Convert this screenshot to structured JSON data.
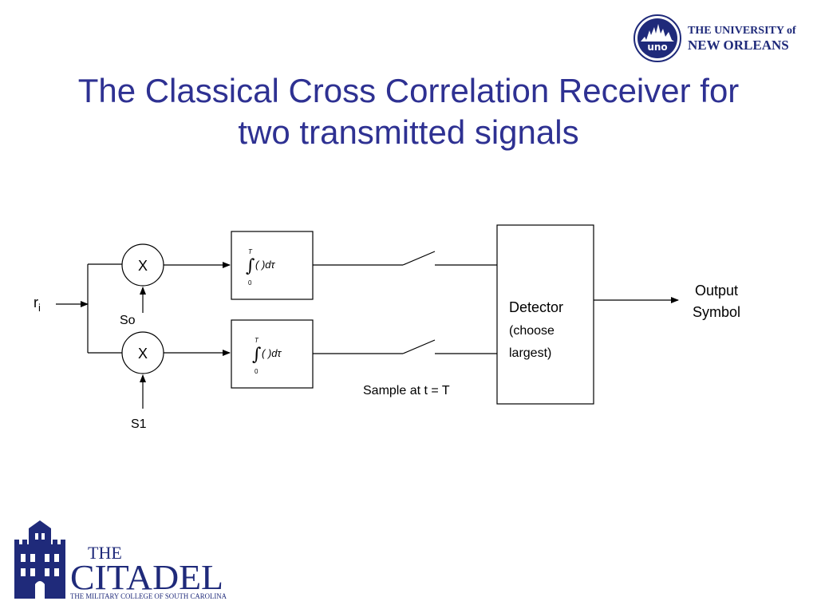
{
  "slide": {
    "title_line1": "The Classical Cross Correlation Receiver for",
    "title_line2": "two transmitted signals"
  },
  "logos": {
    "uno": {
      "line1": "THE UNIVERSITY of",
      "line2": "NEW ORLEANS",
      "mark": "uno"
    },
    "citadel": {
      "line1": "THE",
      "line2": "CITADEL",
      "tagline": "THE MILITARY COLLEGE OF SOUTH CAROLINA"
    }
  },
  "diagram": {
    "input_label": "r",
    "input_subscript": "i",
    "multiplier_top": "X",
    "multiplier_bottom": "X",
    "reference_top": "So",
    "reference_bottom": "S1",
    "integrator_upper_limit": "T",
    "integrator_lower_limit": "0",
    "integrator_body": "( )dτ",
    "sample_label": "Sample at t = T",
    "detector_line1": "Detector",
    "detector_line2": "(choose",
    "detector_line3": "largest)",
    "output_line1": "Output",
    "output_line2": "Symbol"
  },
  "colors": {
    "title": "#2e3192",
    "logo_blue": "#1f2a7a",
    "line": "#000000"
  }
}
